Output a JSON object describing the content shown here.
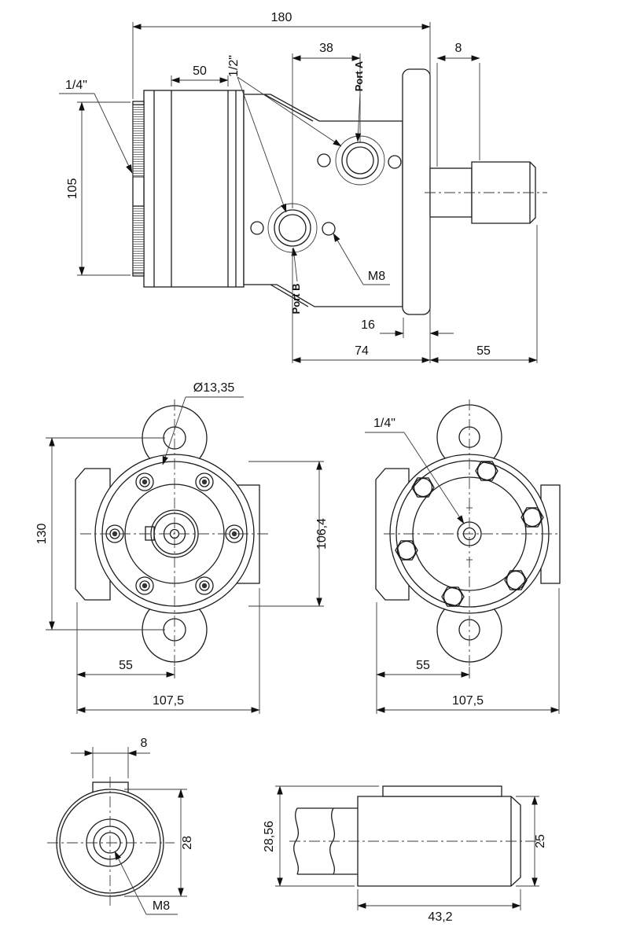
{
  "side_view": {
    "d180": "180",
    "d38": "38",
    "d8": "8",
    "d50": "50",
    "half_inch": "1/2\"",
    "quarter_inch": "1/4\"",
    "d105": "105",
    "port_a": "Port A",
    "port_b": "Port B",
    "m8": "M8",
    "d16": "16",
    "d74": "74",
    "d55": "55"
  },
  "front_view": {
    "hole_dia": "Ø13,35",
    "d130": "130",
    "d106_4": "106,4",
    "d55": "55",
    "d107_5": "107,5"
  },
  "rear_view": {
    "quarter_inch": "1/4\"",
    "d55": "55",
    "d107_5": "107,5"
  },
  "end_view": {
    "d8": "8",
    "d28": "28",
    "m8": "M8"
  },
  "shaft_view": {
    "d28_56": "28,56",
    "d25": "25",
    "d43_2": "43,2"
  }
}
